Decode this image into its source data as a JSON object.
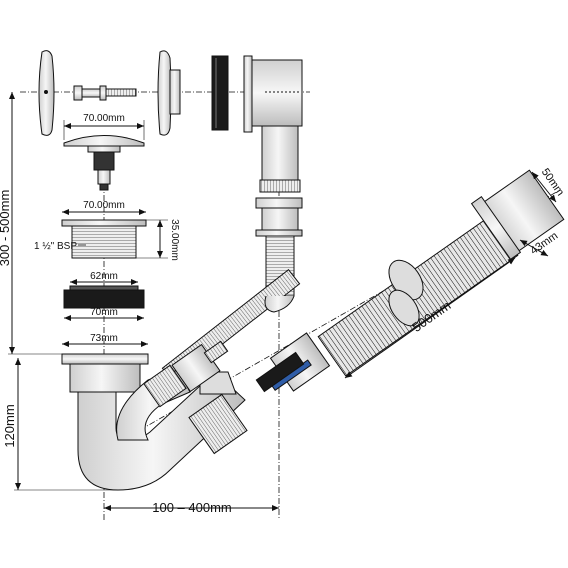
{
  "labels": {
    "cap_width": "70.00mm",
    "body_width": "70.00mm",
    "body_height": "35.00mm",
    "thread": "1 ½\" BSP",
    "gasket_inner": "62mm",
    "gasket_outer": "70mm",
    "flange": "73mm",
    "overflow_height": "300 - 500mm",
    "trap_height": "120mm",
    "offset": "100 – 400mm",
    "hose_length": "500mm",
    "outlet_diameter": "50mm",
    "outlet_spigot": "43mm"
  },
  "colors": {
    "line": "#111111",
    "part_fill": "#f0f0f0",
    "gasket": "#1a1a1a",
    "ring_accent": "#2f5da8"
  }
}
